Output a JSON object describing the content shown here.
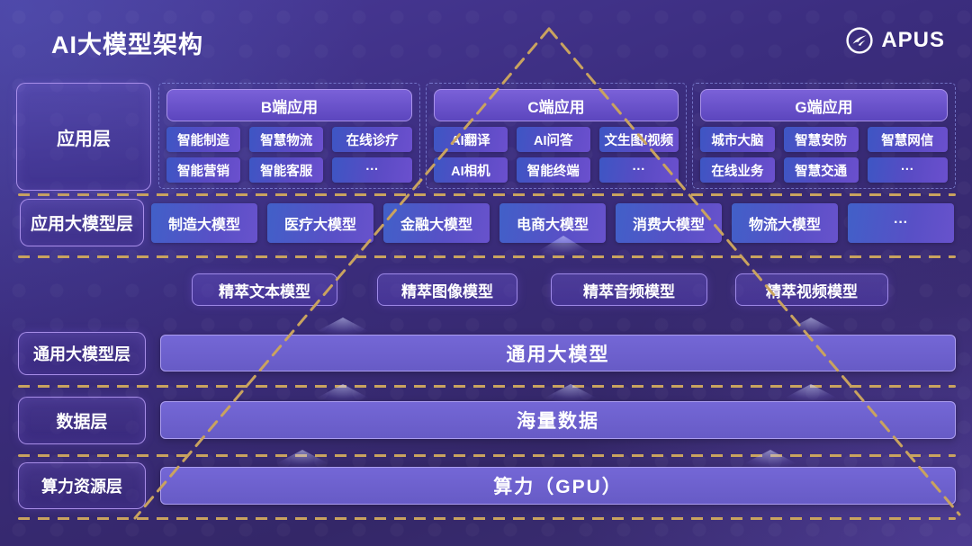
{
  "title": "AI大模型架构",
  "logo": {
    "text": "APUS",
    "icon": "apus-bird-icon"
  },
  "layers": {
    "application": {
      "label": "应用层",
      "groups": [
        {
          "header": "B端应用",
          "chips": [
            "智能制造",
            "智慧物流",
            "在线诊疗",
            "智能营销",
            "智能客服",
            "···"
          ]
        },
        {
          "header": "C端应用",
          "chips": [
            "AI翻译",
            "AI问答",
            "文生图/视频",
            "AI相机",
            "智能终端",
            "···"
          ]
        },
        {
          "header": "G端应用",
          "chips": [
            "城市大脑",
            "智慧安防",
            "智慧网信",
            "在线业务",
            "智慧交通",
            "···"
          ]
        }
      ]
    },
    "app_models": {
      "label": "应用大模型层",
      "chips": [
        "制造大模型",
        "医疗大模型",
        "金融大模型",
        "电商大模型",
        "消费大模型",
        "物流大模型",
        "···"
      ]
    },
    "refined_models": {
      "chips": [
        "精萃文本模型",
        "精萃图像模型",
        "精萃音频模型",
        "精萃视频模型"
      ]
    },
    "general_model": {
      "label": "通用大模型层",
      "bar": "通用大模型"
    },
    "data_layer": {
      "label": "数据层",
      "bar": "海量数据"
    },
    "compute_layer": {
      "label": "算力资源层",
      "bar": "算力（GPU）"
    }
  },
  "colors": {
    "background": "#3B2D7E",
    "gold_dash": "#C9A35F",
    "chip_gradient_start": "#3D56C4",
    "chip_gradient_end": "#6B50CE",
    "bar_fill": "#6C5ECE",
    "border_light": "#A78CE8",
    "text": "#FFFFFF"
  }
}
